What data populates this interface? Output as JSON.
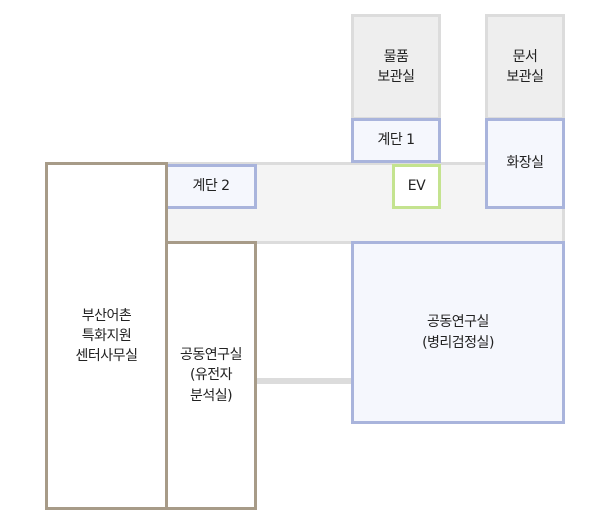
{
  "rooms": {
    "storage_goods": "물품\n보관실",
    "storage_docs": "문서\n보관실",
    "stairs_1": "계단 1",
    "restroom": "화장실",
    "stairs_2": "계단 2",
    "elevator": "EV",
    "office": "부산어촌\n특화지원\n센터사무실",
    "lab_genetic": "공동연구실\n(유전자\n분석실)",
    "lab_pathology": "공동연구실\n(병리검정실)"
  },
  "colors": {
    "room_gray": "#dcdcdc",
    "room_blue": "#a9b4dc",
    "room_green": "#c4e38f",
    "room_brown": "#a79b88",
    "corridor": "#f4f4f4"
  }
}
